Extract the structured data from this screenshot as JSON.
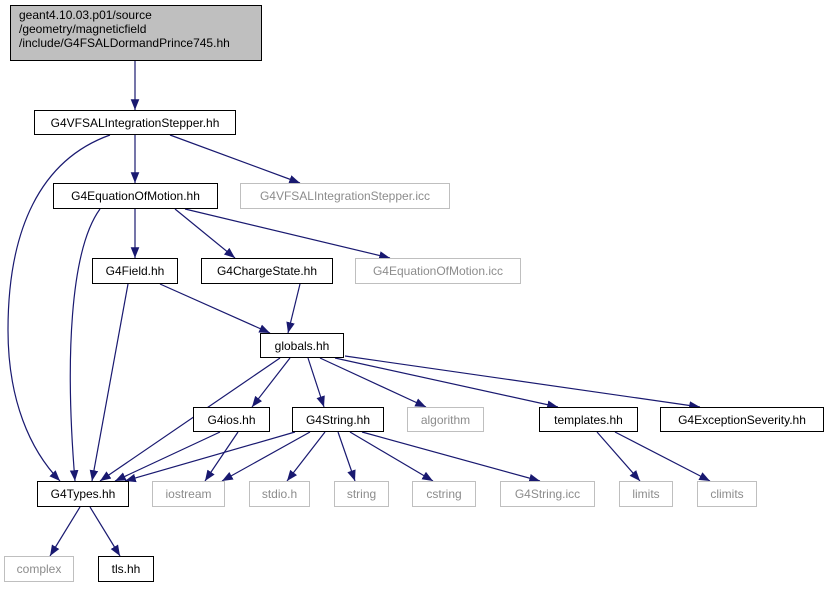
{
  "colors": {
    "edge": "#191970",
    "node_border": "#000000",
    "ext_border": "#bfbfbf",
    "ext_text": "#8c8c8c",
    "root_fill": "#bfbfbf"
  },
  "nodes": {
    "root": {
      "line1": "geant4.10.03.p01/source",
      "line2": "/geometry/magneticfield",
      "line3": "/include/G4FSALDormandPrince745.hh"
    },
    "stepper": "G4VFSALIntegrationStepper.hh",
    "stepper_icc": "G4VFSALIntegrationStepper.icc",
    "eom": "G4EquationOfMotion.hh",
    "field": "G4Field.hh",
    "charge": "G4ChargeState.hh",
    "eom_icc": "G4EquationOfMotion.icc",
    "globals": "globals.hh",
    "ios": "G4ios.hh",
    "string": "G4String.hh",
    "algorithm": "algorithm",
    "templates": "templates.hh",
    "exception": "G4ExceptionSeverity.hh",
    "types": "G4Types.hh",
    "iostream": "iostream",
    "stdio": "stdio.h",
    "std_string": "string",
    "cstring": "cstring",
    "string_icc": "G4String.icc",
    "limits": "limits",
    "climits": "climits",
    "complex": "complex",
    "tls": "tls.hh"
  }
}
